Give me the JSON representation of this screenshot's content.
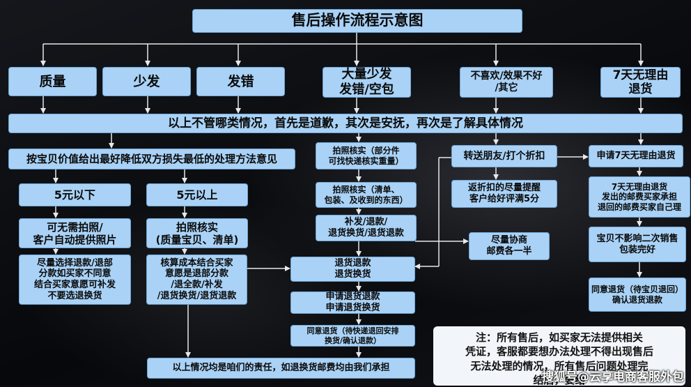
{
  "title": "售后操作流程示意图",
  "categories": {
    "quality": "质量",
    "missing": "少发",
    "wrong": "发错",
    "bulk": "大量少发\n发错/空包",
    "dislike": "不喜欢/效果不好\n/其它",
    "seven_day": "7天无理由\n退货"
  },
  "apology": "以上不管哪类情况，首先是道歉，其次是安抚，再次是了解具体情况",
  "left": {
    "principle": "按宝贝价值给出最好降低双方损失最低的处理方法意见",
    "below5": "5元以下",
    "above5": "5元以上",
    "no_photo": "可无需拍照/\n客户自动提供照片",
    "photo_verify": "拍照核实\n(质量宝贝、清单)",
    "choose_partial": "尽量选择退款/退部\n分款如买家不同意\n结合买家意愿可补发\n不要选退换货",
    "cost_calc": "核算成本结合买家\n意愿是退部分款\n/退全款/补发\n/退货换货/退货退款"
  },
  "middle": {
    "photo_partial": "拍照核实（部分件\n可找快递核实重量）",
    "photo_list": "拍照核实（清单、\n包装、及收到的东西）",
    "resend": "补发/退款/\n退货换货/退货退款",
    "return_refund": "退货退款\n退货换货",
    "apply": "申请退货退款\n申请退货换货",
    "agree": "同意退货（待快递退回安排\n换货/确认退款）",
    "responsibility": "以上情况均是咱们的责任，如退换货邮费均由我们承担"
  },
  "right": {
    "transfer": "转送朋友/打个折扣",
    "remind": "返折扣的尽量提醒\n客户给好评满5分",
    "negotiate": "尽量协商\n邮费各一半"
  },
  "seven": {
    "apply": "申请7天无理由退货",
    "postage": "7天无理由退货\n发出的邮费买家承担\n退回的邮费买家自己理",
    "condition": "宝贝不影响二次销售\n包装完好",
    "agree": "同意退货（待宝贝退回）\n确认退货退款"
  },
  "note": "注：所有售后，如买家无法提供相关\n凭证，客服都要想办法处理不得出现售后\n无法处理的情况，所有售后问题处理完\n结后，要给",
  "watermark": "搜狐号@云享电商客服外包"
}
